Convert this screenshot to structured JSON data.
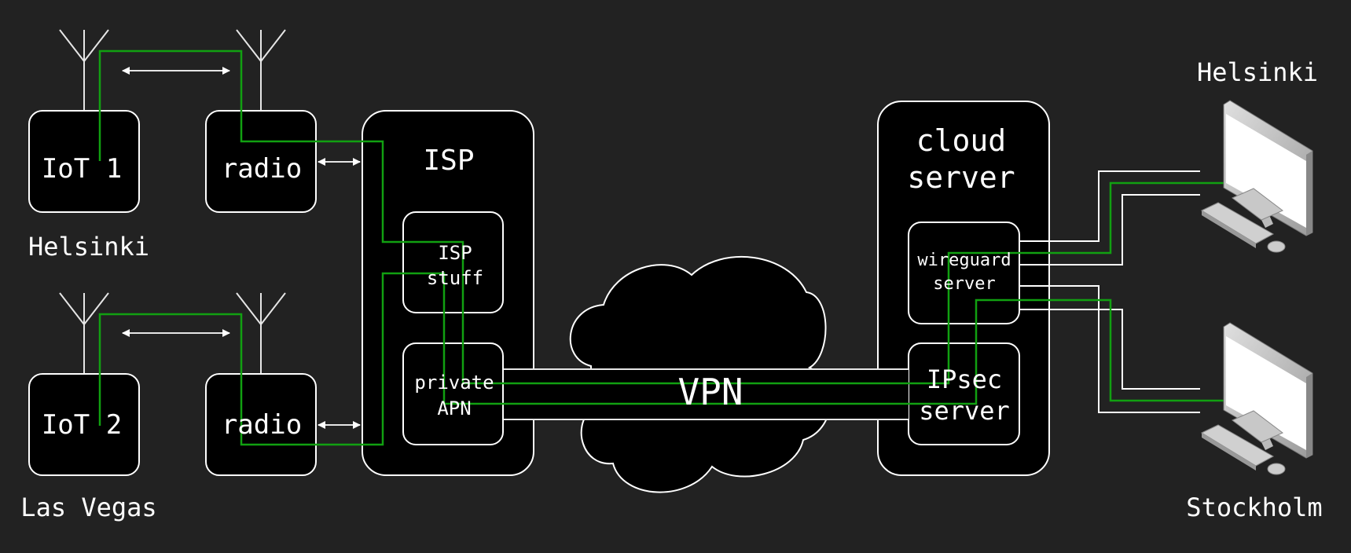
{
  "colors": {
    "background": "#222222",
    "box_fill": "#000000",
    "outline": "#ffffff",
    "route": "#11a011"
  },
  "labels": {
    "iot1": "IoT 1",
    "iot2": "IoT 2",
    "radio_top": "radio",
    "radio_bottom": "radio",
    "loc_iot1": "Helsinki",
    "loc_iot2": "Las Vegas",
    "isp": "ISP",
    "isp_stuff_line1": "ISP",
    "isp_stuff_line2": "stuff",
    "private_apn_line1": "private",
    "private_apn_line2": "APN",
    "vpn": "VPN",
    "cloud_line1": "cloud",
    "cloud_line2": "server",
    "wireguard_line1": "wireguard",
    "wireguard_line2": "server",
    "ipsec_line1": "IPsec",
    "ipsec_line2": "server",
    "loc_pc1": "Helsinki",
    "loc_pc2": "Stockholm"
  },
  "icons": {
    "antenna": "antenna-icon",
    "monitor": "computer-monitor-icon",
    "keyboard": "keyboard-icon",
    "mouse": "mouse-icon",
    "cloud": "internet-cloud-icon"
  }
}
